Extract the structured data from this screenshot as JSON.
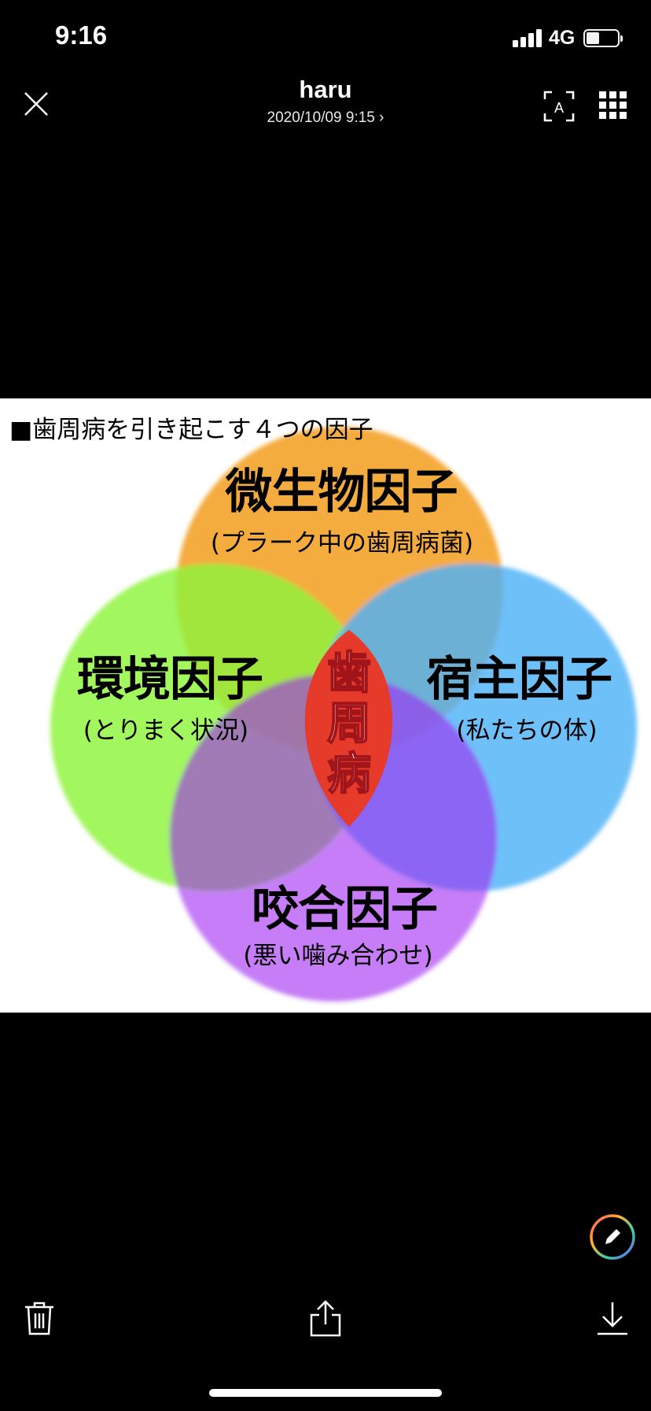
{
  "status_bar": {
    "time": "9:16",
    "network": "4G",
    "icons": [
      "cellular-signal-icon",
      "battery-icon"
    ]
  },
  "header": {
    "title": "haru",
    "subtitle": "2020/10/09 9:15 ›",
    "icons": [
      "close-icon",
      "text-scan-icon",
      "grid-icon"
    ]
  },
  "photo": {
    "caption": "■歯周病を引き起こす４つの因子",
    "circles": {
      "top": {
        "title": "微生物因子",
        "subtitle": "(プラーク中の歯周病菌)",
        "color": "#f4a125"
      },
      "left": {
        "title": "環境因子",
        "subtitle": "(とりまく状況)",
        "color": "#8ef43c"
      },
      "right": {
        "title": "宿主因子",
        "subtitle": "(私たちの体)",
        "color": "#4fb2f8"
      },
      "bottom": {
        "title": "咬合因子",
        "subtitle": "(悪い噛み合わせ)",
        "color": "#a02af2"
      }
    },
    "center": {
      "text": "歯周病",
      "color": "#e63a2b"
    }
  },
  "toolbar": {
    "icons": [
      "edit-icon",
      "trash-icon",
      "share-icon",
      "download-icon"
    ]
  }
}
